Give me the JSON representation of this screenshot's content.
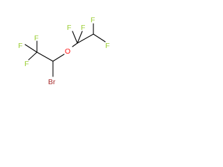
{
  "molecule": {
    "atoms": [
      {
        "id": "F1",
        "element": "F",
        "color": "#9acd32"
      },
      {
        "id": "F2",
        "element": "F",
        "color": "#9acd32"
      },
      {
        "id": "F3",
        "element": "F",
        "color": "#9acd32"
      },
      {
        "id": "F4",
        "element": "F",
        "color": "#9acd32"
      },
      {
        "id": "F5",
        "element": "F",
        "color": "#9acd32"
      },
      {
        "id": "F6",
        "element": "F",
        "color": "#9acd32"
      },
      {
        "id": "F7",
        "element": "F",
        "color": "#9acd32"
      },
      {
        "id": "O1",
        "element": "O",
        "color": "#ff0d0d"
      },
      {
        "id": "Br1",
        "element": "Br",
        "color": "#a52a2a"
      }
    ]
  }
}
